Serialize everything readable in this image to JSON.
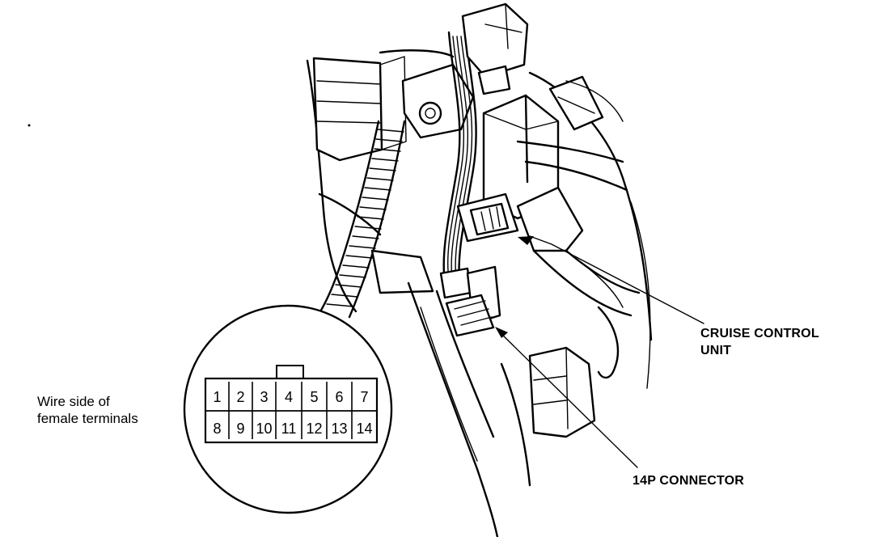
{
  "labels": {
    "cruise_line1": "CRUISE CONTROL",
    "cruise_line2": "UNIT",
    "connector": "14P CONNECTOR",
    "wire_side_line1": "Wire side of",
    "wire_side_line2": "female terminals"
  },
  "pins_top": [
    "1",
    "2",
    "3",
    "4",
    "5",
    "6",
    "7"
  ],
  "pins_bottom": [
    "8",
    "9",
    "10",
    "11",
    "12",
    "13",
    "14"
  ]
}
